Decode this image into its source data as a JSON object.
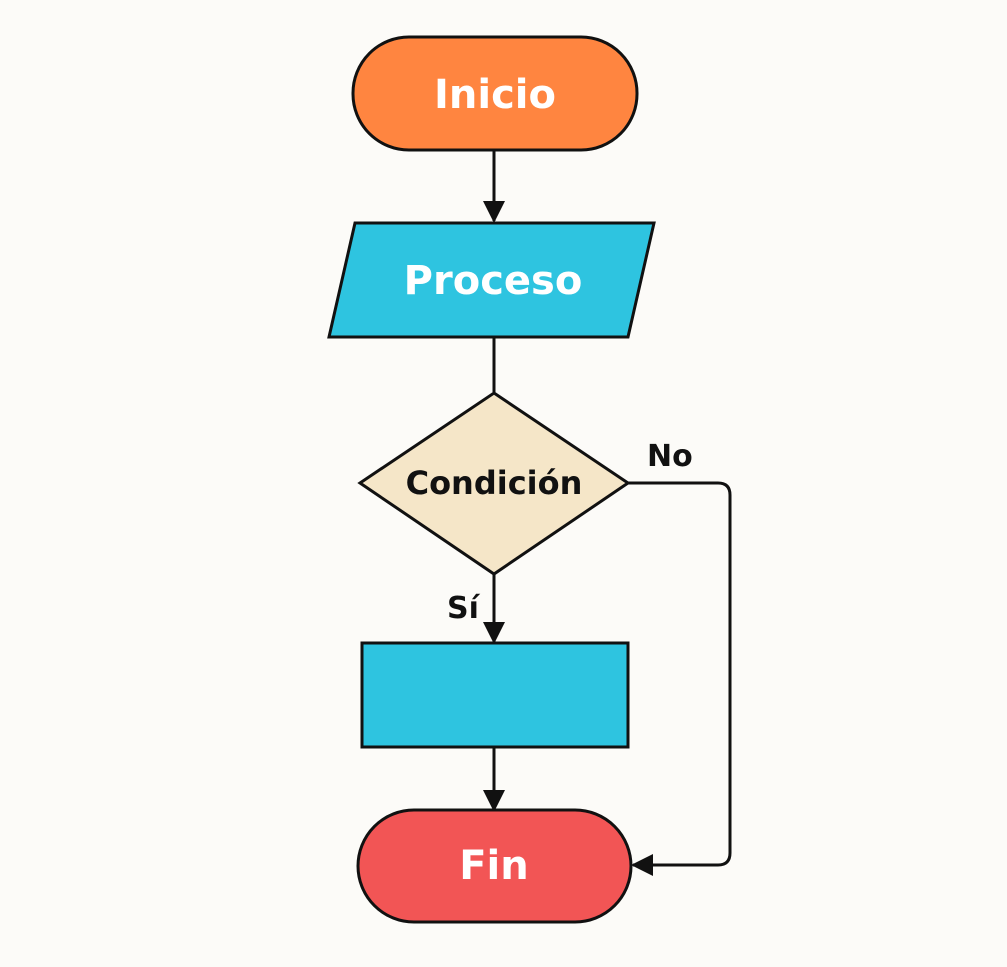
{
  "nodes": {
    "start": {
      "label": "Inicio",
      "fill": "#ff8540",
      "text_color": "#ffffff"
    },
    "process": {
      "label": "Proceso",
      "fill": "#2ec4e0",
      "text_color": "#ffffff"
    },
    "decision": {
      "label": "Condición",
      "fill": "#f5e6c8",
      "text_color": "#111111"
    },
    "action": {
      "label": "",
      "fill": "#2ec4e0",
      "text_color": "#ffffff"
    },
    "end": {
      "label": "Fin",
      "fill": "#f25555",
      "text_color": "#ffffff"
    }
  },
  "edges": {
    "yes_label": "Sí",
    "no_label": "No",
    "stroke": "#111111"
  },
  "colors": {
    "background": "#fcfbf8",
    "outline": "#111111"
  }
}
